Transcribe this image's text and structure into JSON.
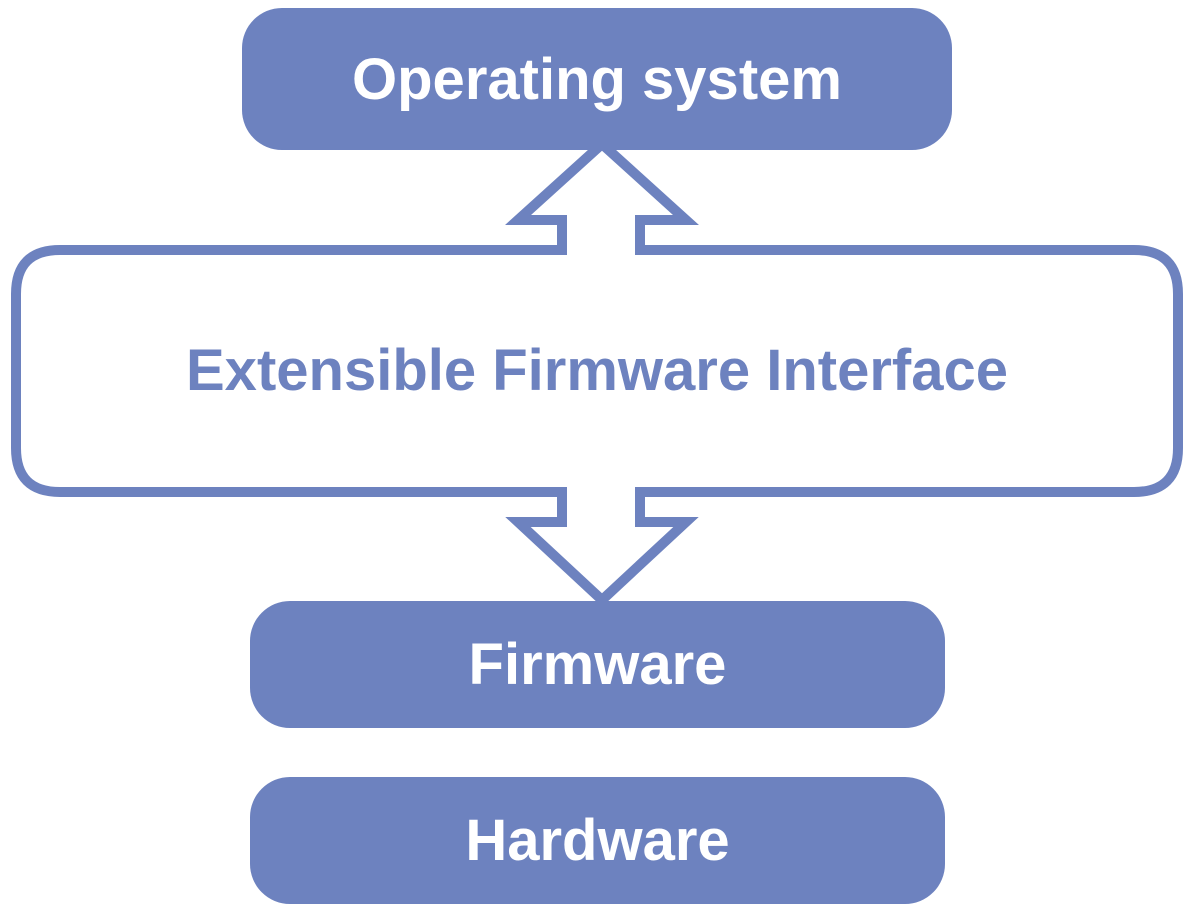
{
  "colors": {
    "layer_fill": "#6d82bf",
    "layer_text": "#ffffff",
    "interface_stroke": "#6d82bf",
    "interface_fill": "#ffffff",
    "interface_text": "#6d82bf"
  },
  "layers": {
    "operating_system": "Operating system",
    "interface": "Extensible Firmware Interface",
    "firmware": "Firmware",
    "hardware": "Hardware"
  }
}
